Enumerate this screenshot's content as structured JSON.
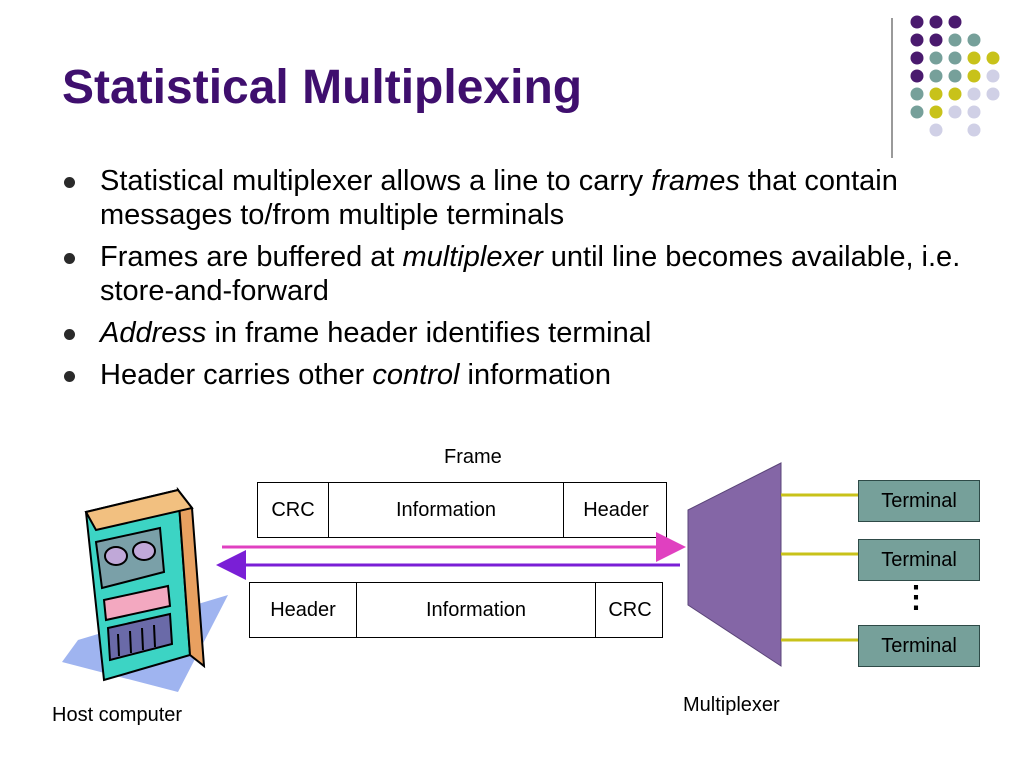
{
  "slide": {
    "title": "Statistical Multiplexing",
    "bullets": [
      {
        "parts": [
          {
            "text": "Statistical multiplexer allows a line to carry ",
            "italic": false
          },
          {
            "text": "frames",
            "italic": true
          },
          {
            "text": " that contain messages to/from multiple terminals",
            "italic": false
          }
        ]
      },
      {
        "parts": [
          {
            "text": "Frames are buffered at ",
            "italic": false
          },
          {
            "text": "multiplexer",
            "italic": true
          },
          {
            "text": " until line becomes available, i.e. store-and-forward",
            "italic": false
          }
        ]
      },
      {
        "parts": [
          {
            "text": "Address",
            "italic": true
          },
          {
            "text": " in frame header identifies terminal",
            "italic": false
          }
        ]
      },
      {
        "parts": [
          {
            "text": "Header carries other ",
            "italic": false
          },
          {
            "text": "control",
            "italic": true
          },
          {
            "text": " information",
            "italic": false
          }
        ]
      }
    ]
  },
  "diagram": {
    "frame_label": "Frame",
    "top_frame": {
      "crc": "CRC",
      "information": "Information",
      "header": "Header"
    },
    "bottom_frame": {
      "header": "Header",
      "information": "Information",
      "crc": "CRC"
    },
    "host_label": "Host computer",
    "multiplexer_label": "Multiplexer",
    "terminals": [
      "Terminal",
      "Terminal",
      "Terminal"
    ],
    "ellipsis": "⋮",
    "colors": {
      "arrow_to_mux": "#e040c0",
      "arrow_to_host": "#7a1fd6",
      "mux": "#8466a6",
      "line": "#c8c21a",
      "terminal": "#76a09a",
      "title": "#3f0f6e"
    }
  },
  "decor": {
    "dot_colors": {
      "purple": "#4a1a6e",
      "teal": "#76a09a",
      "yellow": "#c8c21a",
      "lavender": "#d0d0e6"
    }
  }
}
